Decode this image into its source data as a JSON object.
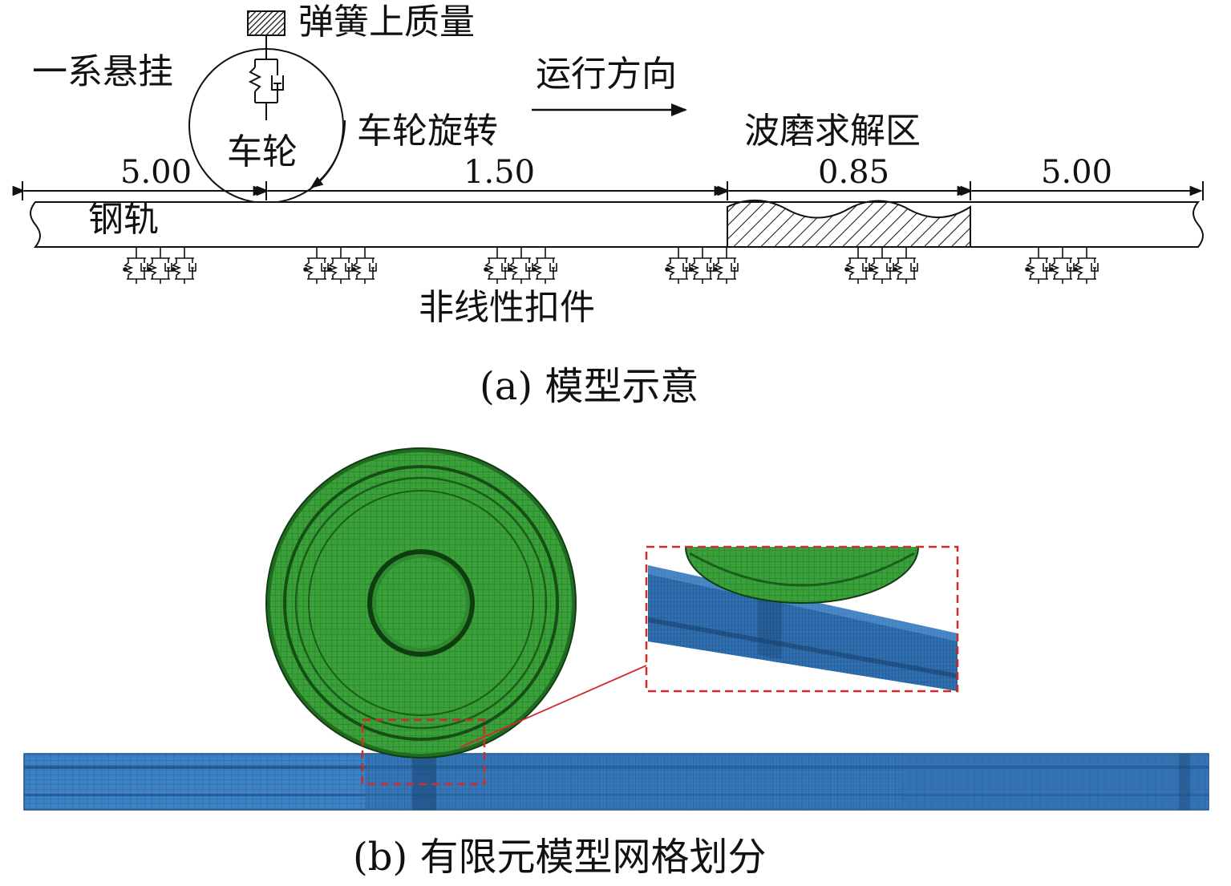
{
  "panel_a": {
    "labels": {
      "sprung_mass": "弹簧上质量",
      "primary_suspension": "一系悬挂",
      "running_direction": "运行方向",
      "wheel": "车轮",
      "wheel_rotation": "车轮旋转",
      "corrugation_zone": "波磨求解区",
      "rail": "钢轨",
      "fasteners": "非线性扣件"
    },
    "dimensions": [
      "5.00",
      "1.50",
      "0.85",
      "5.00"
    ],
    "caption": "(a) 模型示意"
  },
  "panel_b": {
    "caption": "(b) 有限元模型网格划分"
  },
  "colors": {
    "wheel_green": "#3aa13a",
    "rail_blue": "#3c82c4",
    "highlight_red": "#d42a2a",
    "ink": "#111111"
  }
}
